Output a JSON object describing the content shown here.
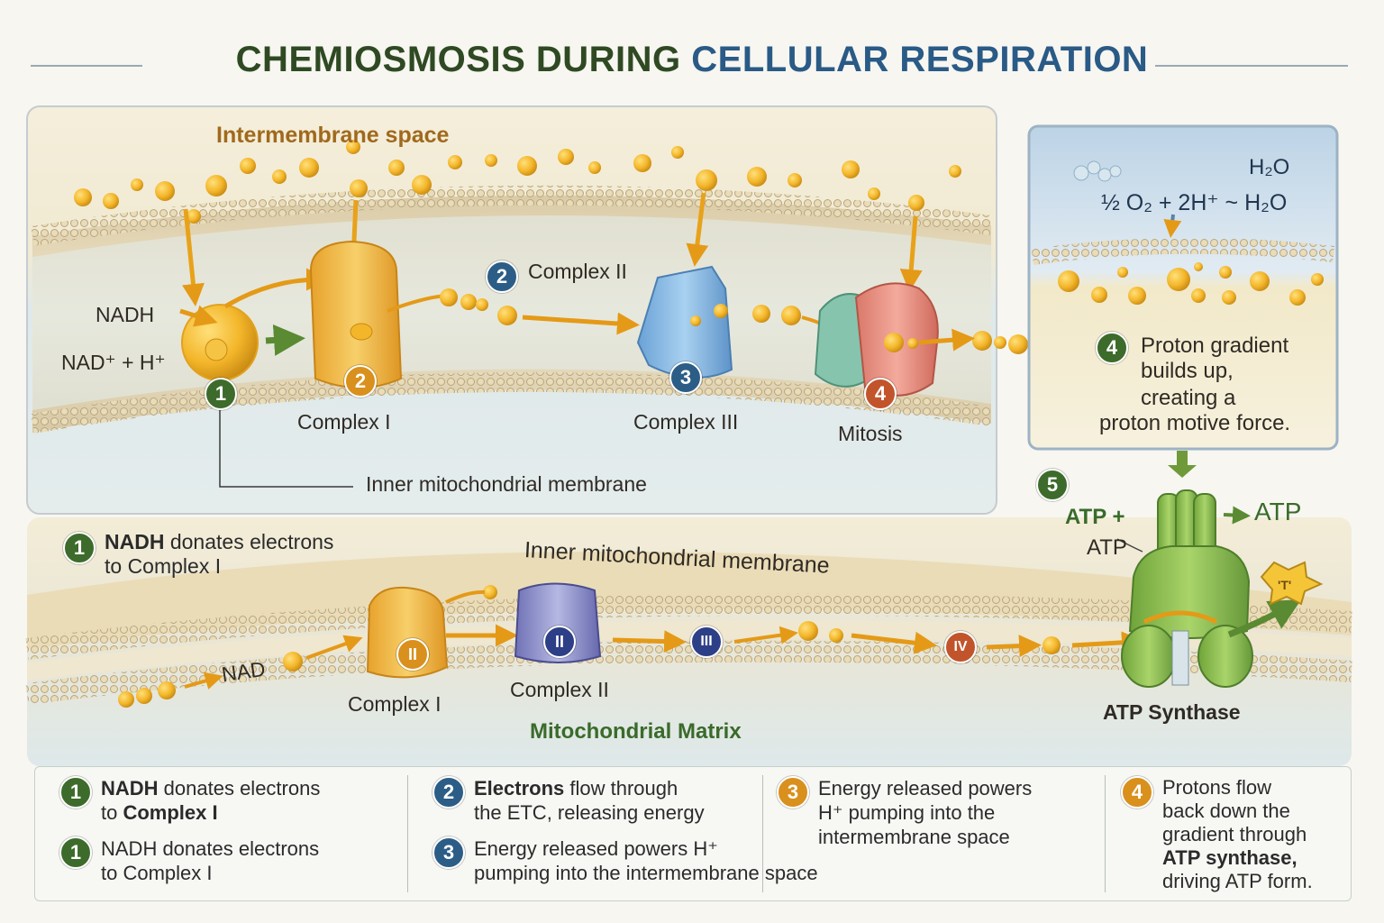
{
  "title": {
    "part1": "CHEMIOSMOSIS DURING",
    "part2": "CELLULAR RESPIRATION"
  },
  "upper": {
    "intermembrane_space": "Intermembrane space",
    "nadh": "NADH",
    "nad_h": "NAD⁺ + H⁺",
    "complex_ii": "Complex II",
    "complex_i": "Complex I",
    "complex_iii": "Complex III",
    "mitosis": "Mitosis",
    "inner_membrane": "Inner mitochondrial membrane",
    "badges": [
      "1",
      "2",
      "2",
      "3",
      "4"
    ]
  },
  "inset": {
    "h2o": "H₂O",
    "equation": "½ O₂ + 2H⁺ ~ H₂O",
    "badge": "4",
    "text": [
      "Proton gradient",
      "builds up,",
      "creating a",
      "proton motive force."
    ]
  },
  "atp": {
    "badge": "5",
    "atp_plus": "ATP +",
    "atp_right": "ATP",
    "atp_left": "ATP",
    "synthase": "ATP Synthase"
  },
  "lower": {
    "step1_bold": "NADH",
    "step1_rest": " donates electrons",
    "step1_line2": "to Complex I",
    "step1_badge": "1",
    "inner_membrane": "Inner mitochondrial membrane",
    "nad": "NAD",
    "complex_i": "Complex I",
    "complex_ii": "Complex II",
    "matrix": "Mitochondrial Matrix",
    "roman": [
      "II",
      "II",
      "III",
      "IV"
    ]
  },
  "summary": {
    "s1a_badge": "1",
    "s1a_bold": "NADH",
    "s1a_rest": " donates electrons",
    "s1a_line2_pre": "to ",
    "s1a_line2_bold": "Complex I",
    "s1b_badge": "1",
    "s1b_line1": "NADH donates electrons",
    "s1b_line2": "to Complex I",
    "s2_badge": "2",
    "s2_bold": "Electrons",
    "s2_rest": " flow through",
    "s2_line2": "the ETC, releasing energy",
    "s3a_badge": "3",
    "s3a_line1": "Energy released powers H⁺",
    "s3a_line2": "pumping into the intermembrane space",
    "s3b_badge": "3",
    "s3b_line1": "Energy released powers",
    "s3b_line2": "H⁺ pumping into the",
    "s3b_line3": "intermembrane space",
    "s4_badge": "4",
    "s4_line1": "Protons flow",
    "s4_line2": "back down the",
    "s4_line3": "gradient through",
    "s4_bold": "ATP synthase,",
    "s4_line5": "driving ATP form."
  }
}
